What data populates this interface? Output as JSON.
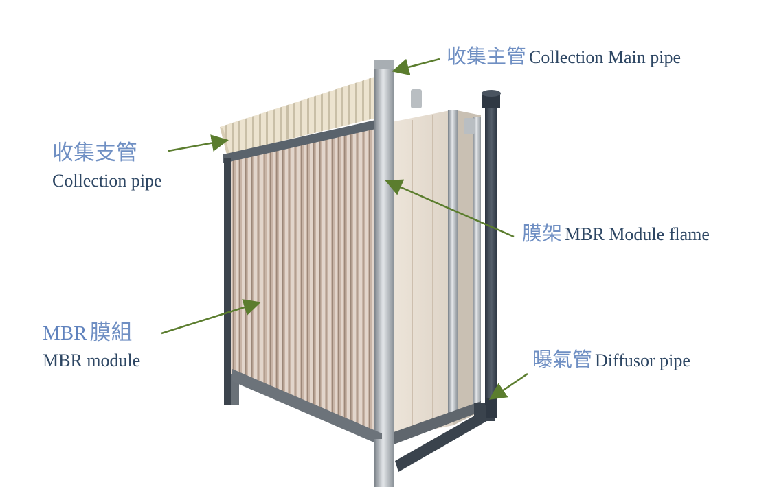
{
  "labels": {
    "main_pipe": {
      "zh": "收集主管",
      "en": "Collection Main pipe"
    },
    "branch_pipe": {
      "zh": "收集支管",
      "en": "Collection pipe"
    },
    "frame": {
      "zh": "膜架",
      "en": "MBR Module flame"
    },
    "module": {
      "prefix": "MBR",
      "zh": "膜組",
      "en": "MBR module"
    },
    "diffuser": {
      "zh": "曝氣管",
      "en": "Diffusor pipe"
    }
  },
  "colors": {
    "leader_line": "#5b7d2e",
    "chinese_text": "#6f8fc3",
    "english_text": "#2d4663"
  }
}
